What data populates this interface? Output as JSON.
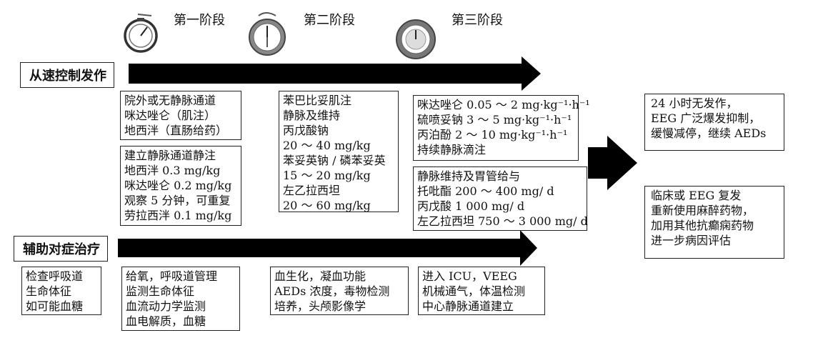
{
  "stages": [
    "第一阶段",
    "第二阶段",
    "第三阶段"
  ],
  "bars": {
    "control": "从速控制发作",
    "support": "辅助对症治疗"
  },
  "control_boxes": {
    "s1_top": [
      "院外或无静脉通道",
      "咪达唑仑（肌注）",
      "地西泮（直肠给药）"
    ],
    "s1_bottom": [
      "建立静脉通道静注",
      "地西泮 0.3 mg/kg",
      "咪达唑仑 0.2 mg/kg",
      "观察 5 分钟，可重复",
      "劳拉西泮 0.1 mg/kg"
    ],
    "s2": [
      "苯巴比妥肌注",
      "静脉及维持",
      "丙戊酸钠",
      "20 ～ 40 mg/kg",
      "苯妥英钠 / 磷苯妥英",
      "15 ～ 20 mg/kg",
      "左乙拉西坦",
      "20 ～ 60 mg/kg"
    ],
    "s3_top": [
      "咪达唑仑 0.05 ～ 2 mg·kg⁻¹·h⁻¹",
      "硫喷妥钠 3 ～ 5 mg·kg⁻¹·h⁻¹",
      "丙泊酚 2 ～ 10 mg·kg⁻¹·h⁻¹",
      "持续静脉滴注"
    ],
    "s3_bottom": [
      "静脉维持及胃管给与",
      "托吡酯 200 ～ 400 mg/ d",
      "丙戊酸 1 000 mg/ d",
      "左乙拉西坦 750 ～ 3 000 mg/ d"
    ]
  },
  "outcome_boxes": {
    "success": [
      "24 小时无发作，",
      "EEG 广泛爆发抑制，",
      "缓慢减停，继续 AEDs"
    ],
    "relapse": [
      "临床或 EEG 复发",
      "重新使用麻醉药物，",
      "加用其他抗癫痫药物",
      "进一步病因评估"
    ]
  },
  "support_boxes": {
    "b0": [
      "检查呼吸道",
      "生命体征",
      "如可能血糖"
    ],
    "b1": [
      "给氧，呼吸道管理",
      "监测生命体征",
      "血流动力学监测",
      "血电解质，血糖"
    ],
    "b2": [
      "血生化，凝血功能",
      "AEDs 浓度，毒物检测",
      "培养，头颅影像学"
    ],
    "b3": [
      "进入 ICU，VEEG",
      "机械通气，体温检测",
      "中心静脉通道建立"
    ]
  }
}
